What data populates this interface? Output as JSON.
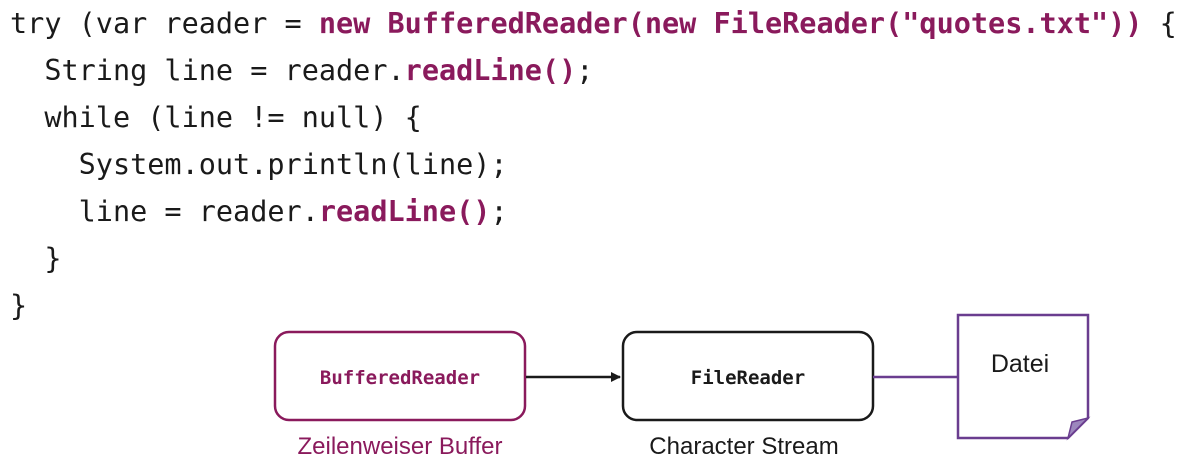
{
  "code": {
    "line1": {
      "a": "try (var reader = ",
      "b": "new BufferedReader(new FileReader(\"quotes.txt\"))",
      "c": " {"
    },
    "line2": {
      "a": "  String line = reader.",
      "b": "readLine()",
      "c": ";"
    },
    "line3": "  while (line != null) {",
    "line4": "    System.out.println(line);",
    "line5": {
      "a": "    line = reader.",
      "b": "readLine()",
      "c": ";"
    },
    "line6": "  }",
    "line7": "}"
  },
  "diagram": {
    "buffered_reader": {
      "label": "BufferedReader",
      "caption": "Zeilenweiser Buffer"
    },
    "file_reader": {
      "label": "FileReader",
      "caption": "Character Stream"
    },
    "file": {
      "label": "Datei"
    }
  },
  "colors": {
    "accent": "#8a1a5c",
    "file_border": "#6a3d8f",
    "fold": "#9c86bd",
    "text": "#1a1a1a"
  }
}
